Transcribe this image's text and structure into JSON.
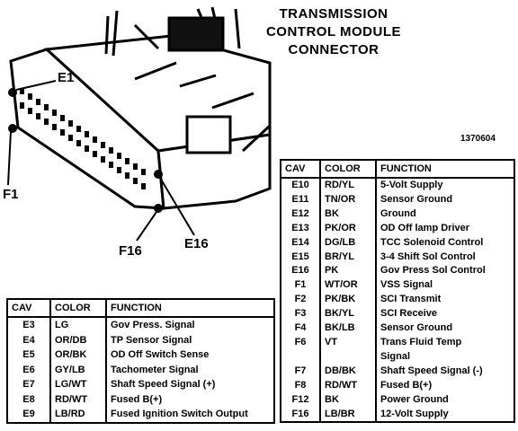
{
  "title": [
    "TRANSMISSION",
    "CONTROL MODULE",
    "CONNECTOR"
  ],
  "figure_id": "1370604",
  "pin_labels": {
    "e1": "E1",
    "f1": "F1",
    "f16": "F16",
    "e16": "E16"
  },
  "headers": {
    "cav": "CAV",
    "color": "COLOR",
    "function": "FUNCTION"
  },
  "table_right": [
    {
      "cav": "E10",
      "color": "RD/YL",
      "function": "5-Volt Supply"
    },
    {
      "cav": "E11",
      "color": "TN/OR",
      "function": "Sensor Ground"
    },
    {
      "cav": "E12",
      "color": "BK",
      "function": "Ground"
    },
    {
      "cav": "E13",
      "color": "PK/OR",
      "function": "OD Off lamp Driver"
    },
    {
      "cav": "E14",
      "color": "DG/LB",
      "function": "TCC Solenoid Control"
    },
    {
      "cav": "E15",
      "color": "BR/YL",
      "function": "3-4 Shift Sol Control"
    },
    {
      "cav": "E16",
      "color": "PK",
      "function": "Gov Press Sol Control"
    },
    {
      "cav": "F1",
      "color": "WT/OR",
      "function": "VSS Signal"
    },
    {
      "cav": "F2",
      "color": "PK/BK",
      "function": "SCI Transmit"
    },
    {
      "cav": "F3",
      "color": "BK/YL",
      "function": "SCI Receive"
    },
    {
      "cav": "F4",
      "color": "BK/LB",
      "function": "Sensor Ground"
    },
    {
      "cav": "F6",
      "color": "VT",
      "function": "Trans Fluid Temp"
    },
    {
      "cav": "",
      "color": "",
      "function": "Signal"
    },
    {
      "cav": "F7",
      "color": "DB/BK",
      "function": "Shaft Speed Signal (-)"
    },
    {
      "cav": "F8",
      "color": "RD/WT",
      "function": "Fused B(+)"
    },
    {
      "cav": "F12",
      "color": "BK",
      "function": "Power Ground"
    },
    {
      "cav": "F16",
      "color": "LB/BR",
      "function": "12-Volt Supply"
    }
  ],
  "table_left": [
    {
      "cav": "E3",
      "color": "LG",
      "function": "Gov Press. Signal"
    },
    {
      "cav": "E4",
      "color": "OR/DB",
      "function": "TP Sensor Signal"
    },
    {
      "cav": "E5",
      "color": "OR/BK",
      "function": "OD Off Switch Sense"
    },
    {
      "cav": "E6",
      "color": "GY/LB",
      "function": "Tachometer Signal"
    },
    {
      "cav": "E7",
      "color": "LG/WT",
      "function": "Shaft Speed Signal (+)"
    },
    {
      "cav": "E8",
      "color": "RD/WT",
      "function": "Fused B(+)"
    },
    {
      "cav": "E9",
      "color": "LB/RD",
      "function": "Fused Ignition Switch Output"
    }
  ]
}
